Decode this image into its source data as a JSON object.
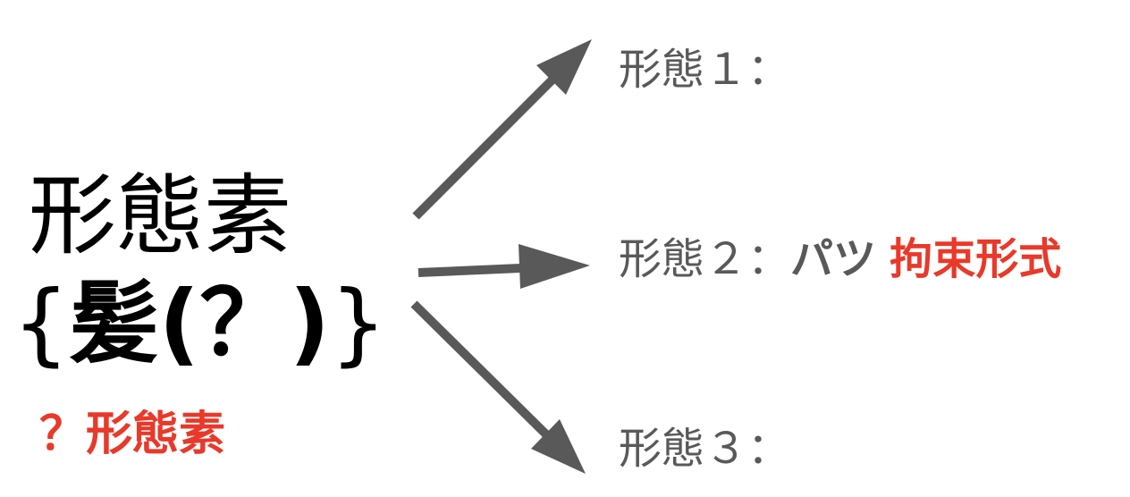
{
  "root": {
    "title": "形態素",
    "open_brace": "{",
    "word": "髪(？)",
    "close_brace": "}",
    "unknown_label": "？形態素"
  },
  "forms": [
    {
      "label": "形態１：",
      "reading": "",
      "note": ""
    },
    {
      "label": "形態２：",
      "reading": "パツ",
      "note": "拘束形式"
    },
    {
      "label": "形態３：",
      "reading": "",
      "note": ""
    }
  ],
  "colors": {
    "arrow": "#595959",
    "accent": "#e8392a",
    "text": "#000000"
  },
  "icons": [
    "arrow-up-right-icon",
    "arrow-right-icon",
    "arrow-down-right-icon"
  ]
}
